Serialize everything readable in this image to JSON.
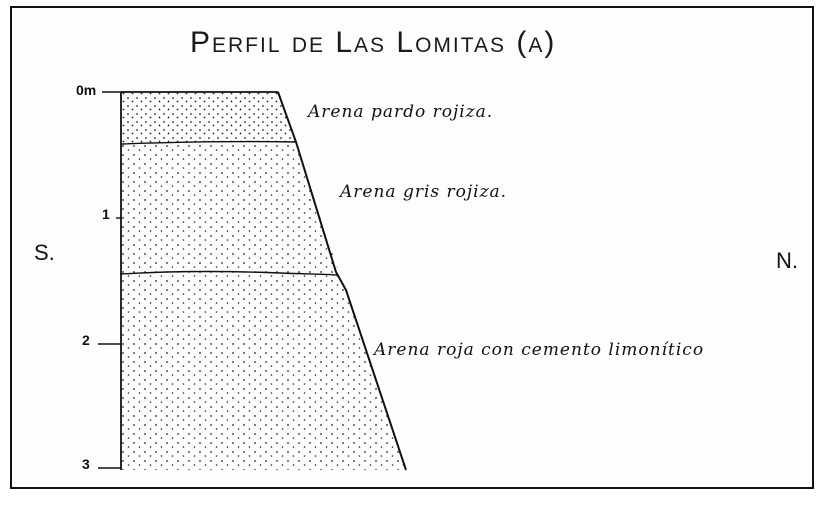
{
  "title": "Perfil de Las Lomitas (a)",
  "direction": {
    "left": "S.",
    "right": "N."
  },
  "depth_ticks": [
    "0m",
    "1",
    "2",
    "3"
  ],
  "layers": [
    {
      "label": "Arena pardo rojiza."
    },
    {
      "label": "Arena gris rojiza."
    },
    {
      "label": "Arena roja con cemento limonítico"
    }
  ],
  "colors": {
    "ink": "#111111",
    "paper": "#fdfdfb"
  }
}
